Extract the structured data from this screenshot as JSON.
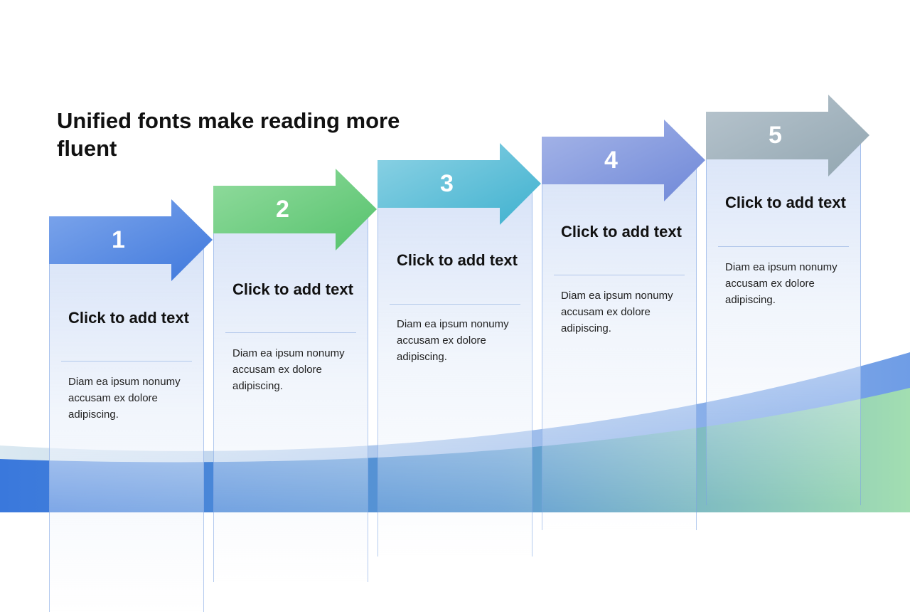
{
  "title": "Unified fonts make reading more fluent",
  "steps": [
    {
      "number": "1",
      "heading": "Click to add text",
      "body": "Diam ea ipsum nonumy accusam ex dolore adipiscing.",
      "colors": [
        "#7fa7ec",
        "#3f78dc"
      ]
    },
    {
      "number": "2",
      "heading": "Click to add text",
      "body": "Diam ea ipsum nonumy accusam ex dolore adipiscing.",
      "colors": [
        "#93dc9f",
        "#55c26c"
      ]
    },
    {
      "number": "3",
      "heading": "Click to add text",
      "body": "Diam ea ipsum nonumy accusam ex dolore adipiscing.",
      "colors": [
        "#8fd3e5",
        "#3fb1cf"
      ]
    },
    {
      "number": "4",
      "heading": "Click to add text",
      "body": "Diam ea ipsum nonumy accusam ex dolore adipiscing.",
      "colors": [
        "#a7b6e8",
        "#6f88d8"
      ]
    },
    {
      "number": "5",
      "heading": "Click to add text",
      "body": "Diam ea ipsum nonumy accusam ex dolore adipiscing.",
      "colors": [
        "#b8c5ce",
        "#92a6b1"
      ]
    }
  ],
  "theme": {
    "wave_left": "#3a78dc",
    "wave_right": "#a2deb1"
  }
}
